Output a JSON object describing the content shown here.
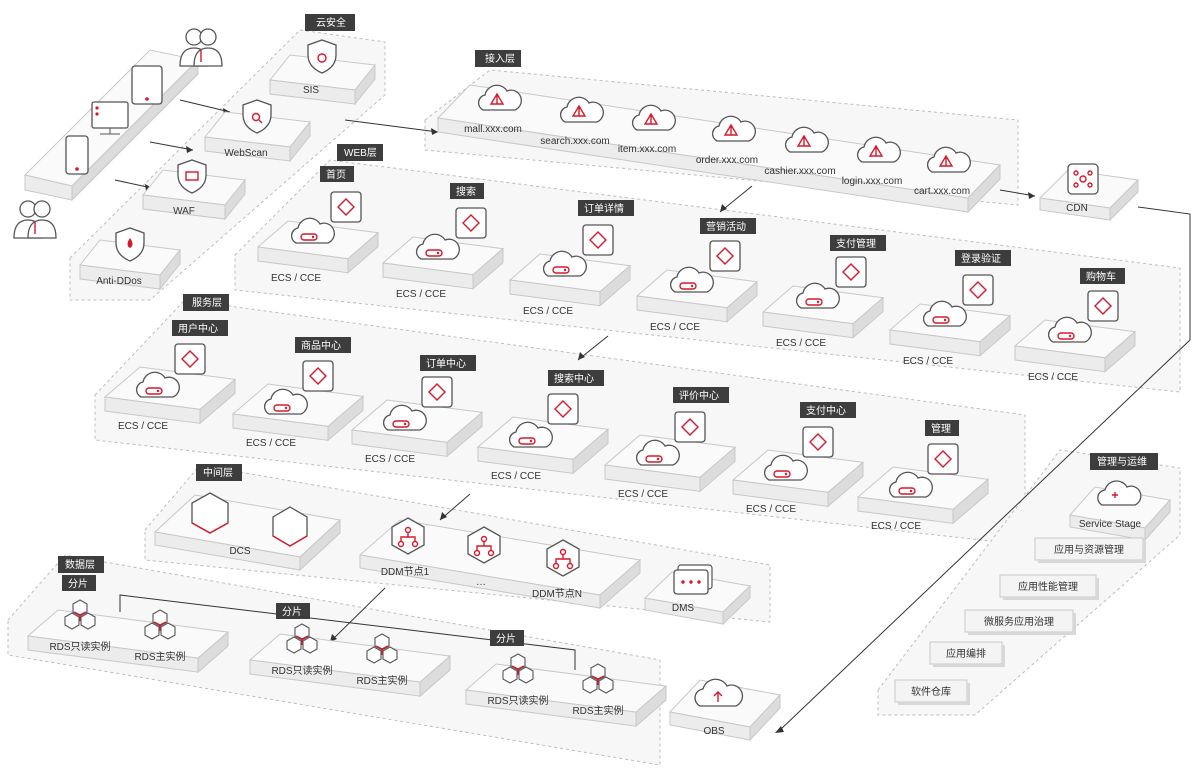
{
  "colors": {
    "accent": "#d7182a",
    "tag_bg": "#3d3d3d",
    "zone_bg": "#f7f7f7"
  },
  "cloud_security": {
    "tag": "云安全",
    "items": [
      "SIS",
      "WebScan",
      "WAF",
      "Anti-DDos"
    ]
  },
  "access_layer": {
    "tag": "接入层",
    "domains": [
      "mall.xxx.com",
      "search.xxx.com",
      "item.xxx.com",
      "order.xxx.com",
      "cashier.xxx.com",
      "login.xxx.com",
      "cart.xxx.com"
    ],
    "cdn": "CDN"
  },
  "web_layer": {
    "tag": "WEB层",
    "node_label": "ECS / CCE",
    "modules": [
      "首页",
      "搜索",
      "订单详情",
      "营销活动",
      "支付管理",
      "登录验证",
      "购物车"
    ]
  },
  "service_layer": {
    "tag": "服务层",
    "node_label": "ECS / CCE",
    "modules": [
      "用户中心",
      "商品中心",
      "订单中心",
      "搜索中心",
      "评价中心",
      "支付中心",
      "管理"
    ]
  },
  "middle_layer": {
    "tag": "中间层",
    "dcs": "DCS",
    "ddm_first": "DDM节点1",
    "ddm_dots": "…",
    "ddm_last": "DDM节点N",
    "dms": "DMS"
  },
  "data_layer": {
    "tag": "数据层",
    "shard_tag": "分片",
    "readonly": "RDS只读实例",
    "primary": "RDS主实例",
    "obs": "OBS"
  },
  "ops": {
    "tag": "管理与运维",
    "service_stage": "Service Stage",
    "items": [
      "应用与资源管理",
      "应用性能管理",
      "微服务应用治理",
      "应用编排",
      "软件仓库"
    ]
  }
}
